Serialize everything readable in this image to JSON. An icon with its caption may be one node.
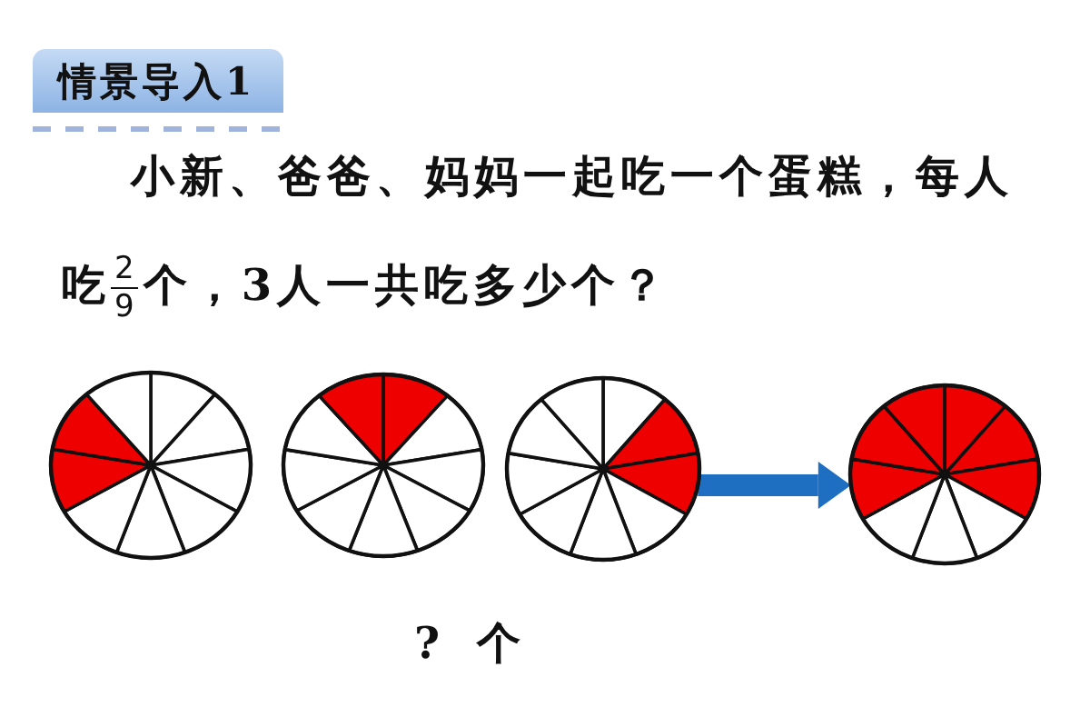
{
  "diagram": {
    "title": "情景导入1",
    "nodes": [
      {
        "text": [],
        "shape": "circle"
      },
      {
        "text": [],
        "shape": "circle"
      },
      {
        "text": [],
        "shape": "circle"
      },
      {
        "text": [],
        "shape": "circle"
      }
    ],
    "edges": [
      {
        "from": 2,
        "to": 3,
        "arrow": "to",
        "color": "#1e6fc2"
      }
    ],
    "labels": [
      "小新、爸爸、妈妈一起吃一个蛋糕，每人吃$^{2}$$_{9}$个，3人一共吃多少个？",
      "? 个"
    ]
  }
}
